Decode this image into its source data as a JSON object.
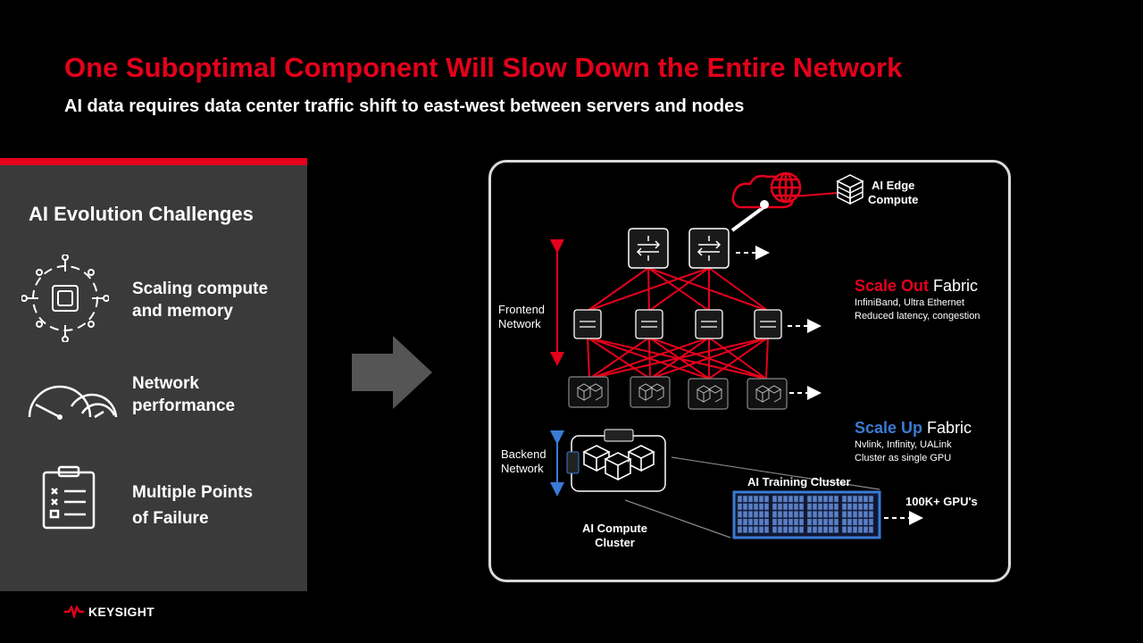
{
  "header": {
    "title": "One Suboptimal Component Will Slow Down the Entire Network",
    "subtitle": "AI data requires data center traffic shift to east-west between servers and nodes"
  },
  "left_panel": {
    "title": "AI Evolution Challenges",
    "items": [
      {
        "label": "Scaling compute\nand memory",
        "icon": "processor-chip-icon"
      },
      {
        "label": "Network\nperformance",
        "icon": "speedometer-icon"
      },
      {
        "label": "Multiple Points\nof Failure",
        "icon": "checklist-clipboard-icon"
      }
    ]
  },
  "diagram": {
    "edge_label": "AI Edge\nCompute",
    "frontend_label": "Frontend\nNetwork",
    "backend_label": "Backend\nNetwork",
    "scale_out": {
      "highlight": "Scale Out",
      "suffix": " Fabric",
      "desc": "InfiniBand, Ultra Ethernet\nReduced latency, congestion"
    },
    "scale_up": {
      "highlight": "Scale Up",
      "suffix": " Fabric",
      "desc": "Nvlink, Infinity, UALink\nCluster as single GPU"
    },
    "training_cluster_label": "AI Training Cluster",
    "gpu_count_label": "100K+ GPU's",
    "compute_cluster_label": "AI Compute\nCluster",
    "colors": {
      "accent_red": "#e5001c",
      "accent_blue": "#3a7bd5",
      "frame": "#d9d9d9"
    }
  },
  "footer": {
    "brand": "KEYSIGHT"
  }
}
